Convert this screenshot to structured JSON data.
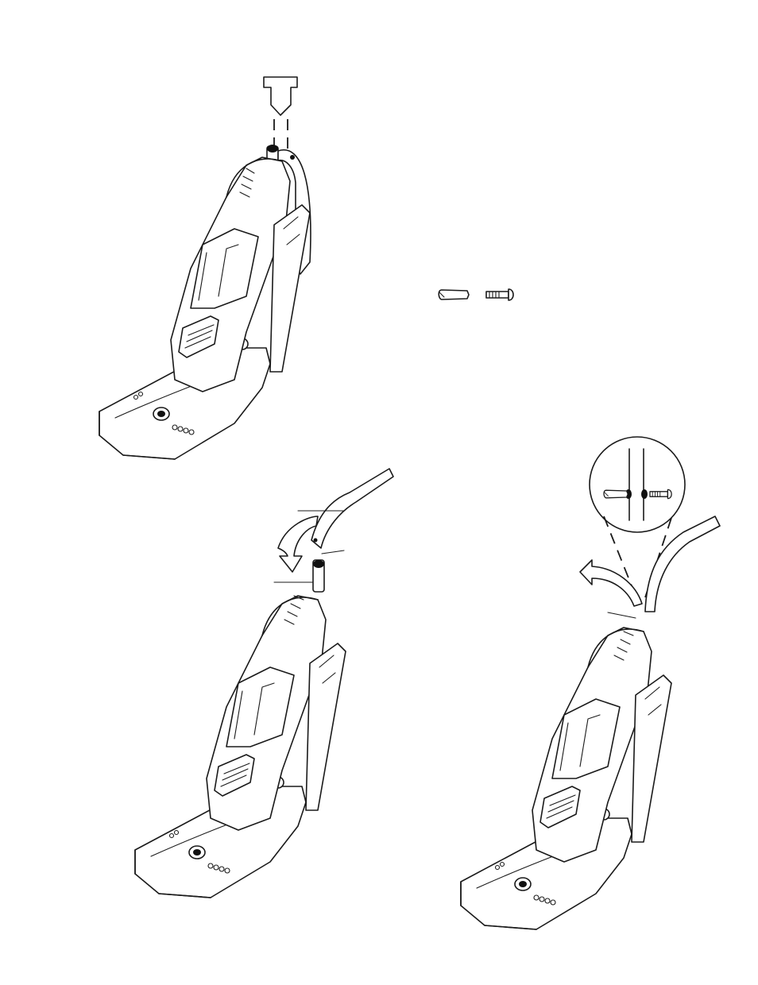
{
  "figure": {
    "panels": [
      {
        "name": "vacuum-top-left",
        "description_hidden": true
      },
      {
        "name": "screw-pair"
      },
      {
        "name": "vacuum-bottom-center"
      },
      {
        "name": "vacuum-bottom-right"
      }
    ],
    "colors": {
      "line": "#1a1a1a",
      "background": "#ffffff",
      "fill_dark": "#111111"
    },
    "icons": [
      "t-handle-icon",
      "screw-icon",
      "rotate-arrow-icon",
      "handle-tube-icon"
    ]
  }
}
